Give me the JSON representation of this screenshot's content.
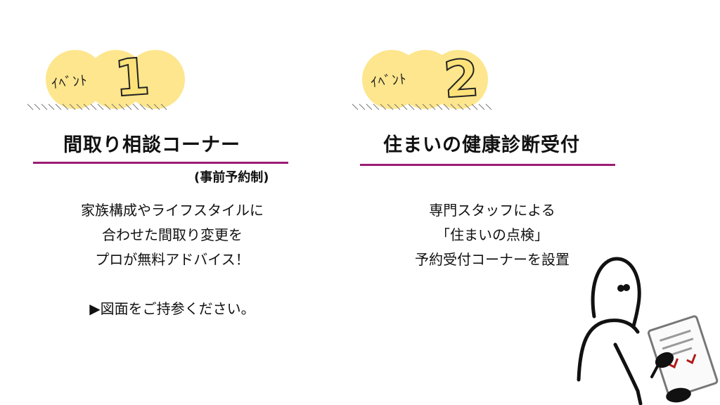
{
  "events": [
    {
      "badge_word": "ｲﾍﾞﾝﾄ",
      "badge_number": "1",
      "title": "間取り相談コーナー",
      "note": "(事前予約制)",
      "description": [
        "家族構成やライフスタイルに",
        "合わせた間取り変更を",
        "プロが無料アドバイス！",
        "",
        "▶図面をご持参ください。"
      ]
    },
    {
      "badge_word": "ｲﾍﾞﾝﾄ",
      "badge_number": "2",
      "title": "住まいの健康診断受付",
      "description": [
        "専門スタッフによる",
        "「住まいの点検」",
        "予約受付コーナーを設置"
      ]
    }
  ],
  "colors": {
    "badge_yellow": "#fde27a",
    "rule": "#9b1c74"
  }
}
